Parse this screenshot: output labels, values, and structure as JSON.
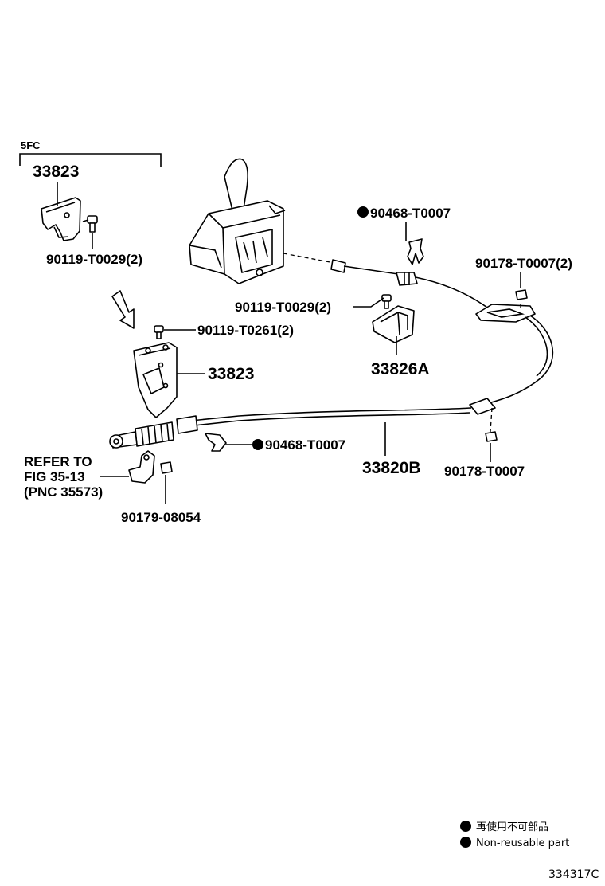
{
  "group_label": "5FC",
  "parts": {
    "bracket_top": "33823",
    "bolt_top": "90119-T0029(2)",
    "bolt_mid": "90119-T0261(2)",
    "bracket_mid": "33823",
    "clip_top": "90468-T0007",
    "nut_right_top": "90178-T0007(2)",
    "bolt_center": "90119-T0029(2)",
    "bracket_center": "33826A",
    "clip_bottom": "90468-T0007",
    "cable": "33820B",
    "nut_right_bottom": "90178-T0007",
    "nut_bottom": "90179-08054"
  },
  "refer": {
    "line1": "REFER TO",
    "line2": "FIG 35-13",
    "line3": "(PNC 35573)"
  },
  "legend": {
    "item_jp": "再使用不可部品",
    "item_en": "Non-reusable part"
  },
  "illustration_code": "334317C"
}
